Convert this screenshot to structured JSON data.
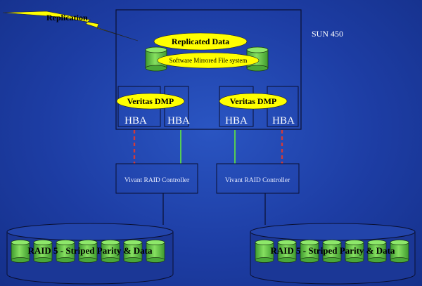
{
  "diagram": {
    "replication_label": "Replication",
    "server_label": "SUN 450",
    "replicated_data_label": "Replicated Data",
    "mirrored_fs_label": "Software Mirrored File system",
    "dmp_labels": [
      "Veritas DMP",
      "Veritas DMP"
    ],
    "hba_labels": [
      "HBA",
      "HBA",
      "HBA",
      "HBA"
    ],
    "controller_labels": [
      "Vivant RAID Controller",
      "Vivant RAID Controller"
    ],
    "raid_labels": [
      "RAID 5 - Striped Parity & Data",
      "RAID 5 - Striped Parity & Data"
    ]
  },
  "colors": {
    "background": "#1d3da4",
    "yellow": "#ffff00",
    "disk_green": "#66cc44",
    "dashed_link": "#d13a3a",
    "solid_link": "#55cc55",
    "box_line": "#0a0f30"
  }
}
